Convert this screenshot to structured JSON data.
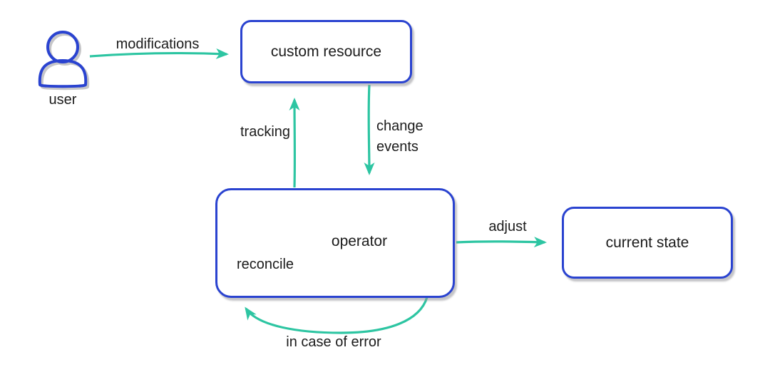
{
  "diagram": {
    "type": "flow-diagram",
    "colors": {
      "background": "#ffffff",
      "node_stroke": "#2a43d0",
      "arrow": "#2dc5a2",
      "text": "#1b1b1b",
      "shadow": "#b9b9bd"
    },
    "nodes": {
      "user": {
        "label": "user",
        "icon": "person-icon"
      },
      "custom_resource": {
        "label": "custom resource"
      },
      "operator": {
        "label": "operator",
        "loop_icon": "reconcile-loop-icon",
        "loop_label": "reconcile"
      },
      "current_state": {
        "label": "current state"
      }
    },
    "edges": {
      "modifications": {
        "label": "modifications",
        "from": "user",
        "to": "custom_resource"
      },
      "tracking": {
        "label": "tracking",
        "from": "operator",
        "to": "custom_resource"
      },
      "change_events": {
        "label_line1": "change",
        "label_line2": "events",
        "from": "custom_resource",
        "to": "operator"
      },
      "adjust": {
        "label": "adjust",
        "from": "operator",
        "to": "current_state"
      },
      "error_loop": {
        "label": "in case of error",
        "from": "operator",
        "to": "operator"
      }
    }
  }
}
